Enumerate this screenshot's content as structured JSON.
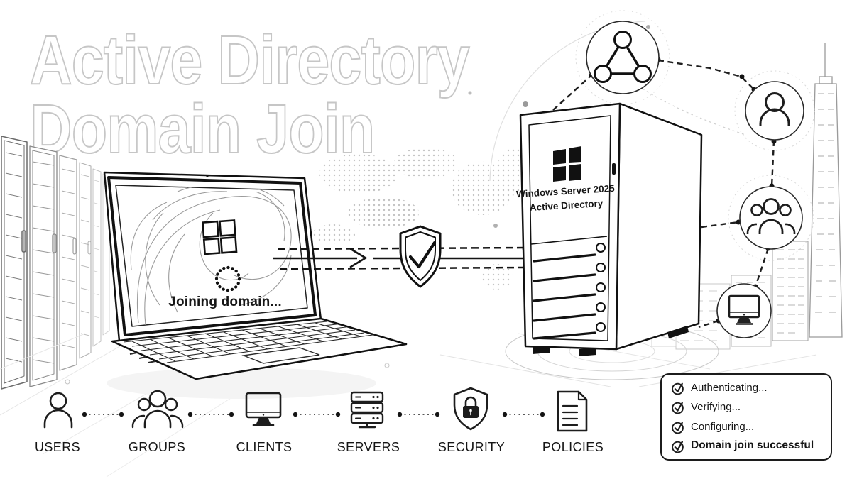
{
  "title": {
    "line1": "Active Directory",
    "line2": "Domain Join"
  },
  "laptop": {
    "status_text": "Joining domain...",
    "icon": "windows-logo-icon",
    "spinner": "loading-spinner-icon"
  },
  "flow": {
    "shield_icon": "shield-check-icon"
  },
  "server": {
    "line1": "Windows Server 2025",
    "line2": "Active Directory",
    "icon": "windows-logo-icon"
  },
  "nodes": [
    {
      "icon": "network-triangle-icon"
    },
    {
      "icon": "user-icon"
    },
    {
      "icon": "user-group-icon"
    },
    {
      "icon": "monitor-icon"
    }
  ],
  "entities": [
    {
      "label": "USERS",
      "icon": "user-icon"
    },
    {
      "label": "GROUPS",
      "icon": "user-group-icon"
    },
    {
      "label": "CLIENTS",
      "icon": "monitor-icon"
    },
    {
      "label": "SERVERS",
      "icon": "server-stack-icon"
    },
    {
      "label": "SECURITY",
      "icon": "shield-lock-icon"
    },
    {
      "label": "POLICIES",
      "icon": "document-icon"
    }
  ],
  "status_panel": {
    "items": [
      {
        "label": "Authenticating...",
        "icon": "check-circle-icon",
        "emphasis": false
      },
      {
        "label": "Verifying...",
        "icon": "check-circle-icon",
        "emphasis": false
      },
      {
        "label": "Configuring...",
        "icon": "check-circle-icon",
        "emphasis": false
      },
      {
        "label": "Domain join successful",
        "icon": "check-circle-icon",
        "emphasis": true
      }
    ]
  },
  "colors": {
    "ink": "#161616",
    "line_faint": "#c6c6c6",
    "background": "#ffffff"
  }
}
